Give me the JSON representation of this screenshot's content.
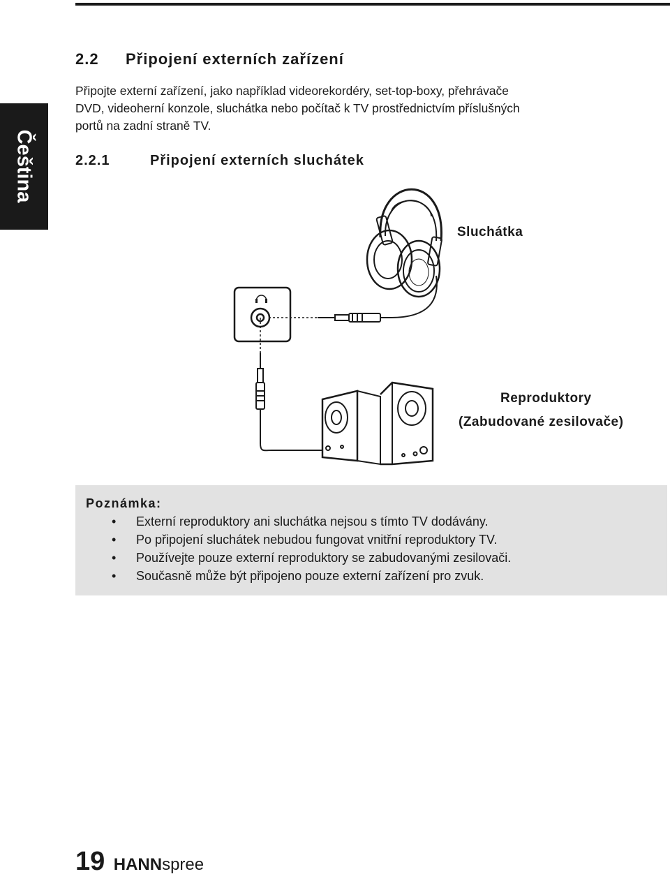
{
  "side_tab": "Čeština",
  "section": {
    "number": "2.2",
    "title": "Připojení externích zařízení"
  },
  "intro_lines": [
    "Připojte externí zařízení, jako například videorekordéry, set-top-boxy, přehrávače",
    "DVD, videoherní konzole, sluchátka nebo počítač k TV prostřednictvím příslušných",
    "portů na zadní straně TV."
  ],
  "subsection": {
    "number": "2.2.1",
    "title": "Připojení externích sluchátek"
  },
  "diagram": {
    "headphones_label": "Sluchátka",
    "speakers_label_line1": "Reproduktory",
    "speakers_label_line2": "(Zabudované zesilovače)"
  },
  "note": {
    "title": "Poznámka:",
    "bullet": "•",
    "items": [
      "Externí reproduktory ani sluchátka nejsou s tímto TV dodávány.",
      "Po připojení sluchátek nebudou fungovat vnitřní reproduktory TV.",
      "Používejte pouze externí reproduktory se zabudovanými zesilovači.",
      "Současně může být připojeno pouze externí zařízení pro zvuk."
    ]
  },
  "footer": {
    "page_number": "19",
    "brand_bold": "HANN",
    "brand_light": "spree"
  }
}
